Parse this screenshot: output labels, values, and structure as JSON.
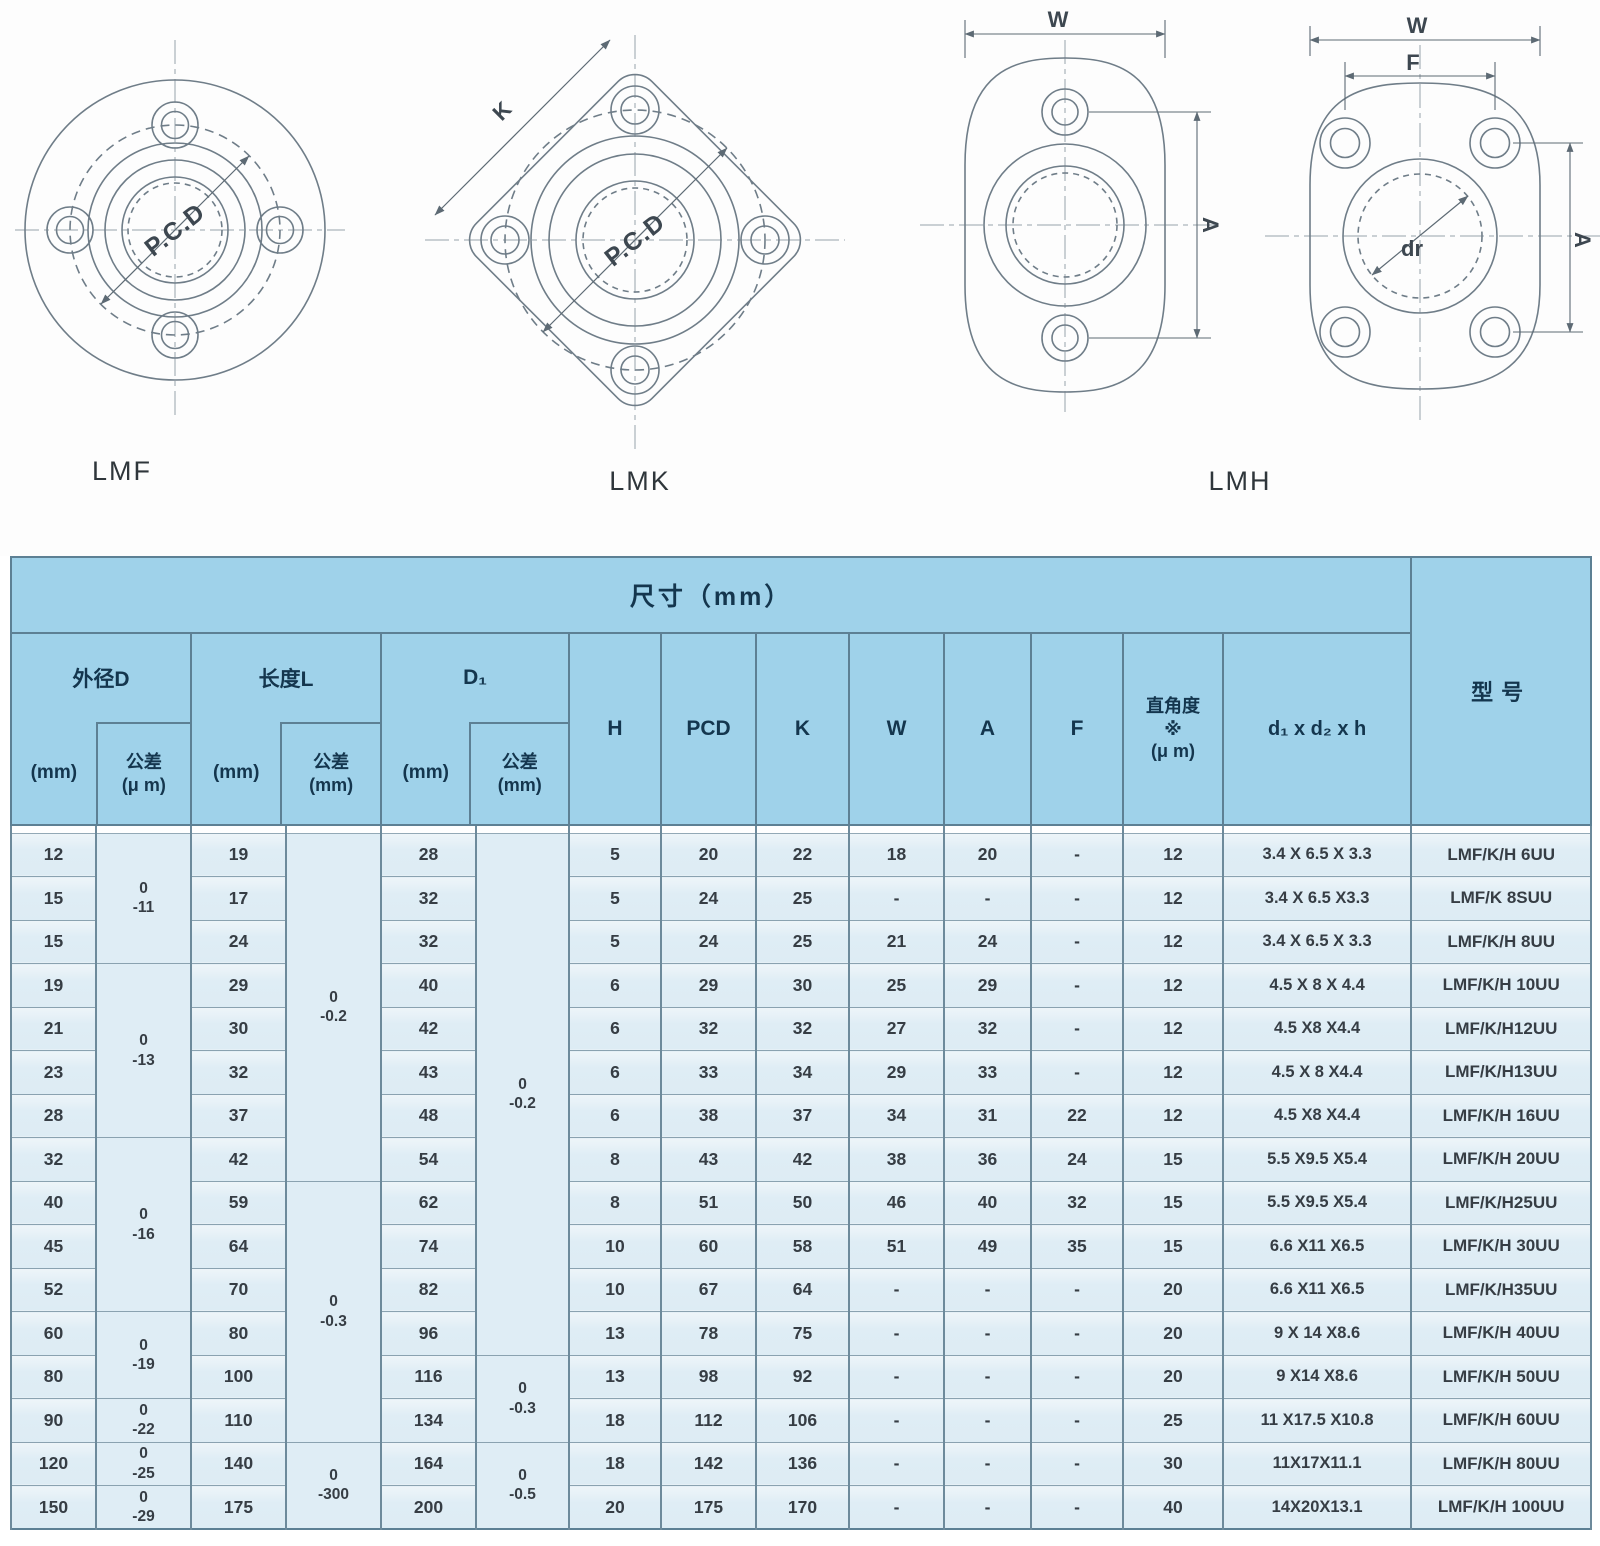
{
  "drawings": {
    "lmf": {
      "label": "LMF",
      "pcd": "P.C.D"
    },
    "lmk": {
      "label": "LMK",
      "pcd": "P.C.D",
      "k": "K"
    },
    "lmh": {
      "label": "LMH",
      "w1": "W",
      "a1": "A",
      "w2": "W",
      "f": "F",
      "dr": "dr",
      "a2": "A"
    }
  },
  "table": {
    "size_title": "尺寸（mm）",
    "model_header": "型号",
    "groups": [
      {
        "title": "外径D",
        "mm": "(mm)",
        "tol_label": "公差",
        "tol_unit": "(μ m)"
      },
      {
        "title": "长度L",
        "mm": "(mm)",
        "tol_label": "公差",
        "tol_unit": "(mm)"
      },
      {
        "title": "D₁",
        "mm": "(mm)",
        "tol_label": "公差",
        "tol_unit": "(mm)"
      }
    ],
    "plain_headers": [
      "H",
      "PCD",
      "K",
      "W",
      "A",
      "F"
    ],
    "sq_header": {
      "line1": "直角度",
      "line2": "※",
      "line3": "(μ m)"
    },
    "screws_header": "d₁ x d₂ x h",
    "d_tol_groups": [
      {
        "rows": 3,
        "line1": "0",
        "line2": "-11"
      },
      {
        "rows": 4,
        "line1": "0",
        "line2": "-13"
      },
      {
        "rows": 4,
        "line1": "0",
        "line2": "-16"
      },
      {
        "rows": 2,
        "line1": "0",
        "line2": "-19"
      },
      {
        "rows": 1,
        "line1": "0",
        "line2": "-22"
      },
      {
        "rows": 1,
        "line1": "0",
        "line2": "-25"
      },
      {
        "rows": 1,
        "line1": "0",
        "line2": "-29"
      }
    ],
    "l_tol_groups": [
      {
        "rows": 8,
        "line1": "0",
        "line2": "-0.2"
      },
      {
        "rows": 6,
        "line1": "0",
        "line2": "-0.3"
      },
      {
        "rows": 2,
        "line1": "0",
        "line2": "-300"
      }
    ],
    "d1_tol_groups": [
      {
        "rows": 12,
        "line1": "0",
        "line2": "-0.2"
      },
      {
        "rows": 2,
        "line1": "0",
        "line2": "-0.3"
      },
      {
        "rows": 2,
        "line1": "0",
        "line2": "-0.5"
      }
    ],
    "rows": [
      {
        "d": "12",
        "l": "19",
        "d1": "28",
        "h": "5",
        "pcd": "20",
        "k": "22",
        "w": "18",
        "a": "20",
        "f": "-",
        "sq": "12",
        "screws": "3.4 X 6.5 X 3.3",
        "model": "LMF/K/H 6UU"
      },
      {
        "d": "15",
        "l": "17",
        "d1": "32",
        "h": "5",
        "pcd": "24",
        "k": "25",
        "w": "-",
        "a": "-",
        "f": "-",
        "sq": "12",
        "screws": "3.4 X 6.5 X3.3",
        "model": "LMF/K 8SUU"
      },
      {
        "d": "15",
        "l": "24",
        "d1": "32",
        "h": "5",
        "pcd": "24",
        "k": "25",
        "w": "21",
        "a": "24",
        "f": "-",
        "sq": "12",
        "screws": "3.4 X 6.5 X 3.3",
        "model": "LMF/K/H 8UU"
      },
      {
        "d": "19",
        "l": "29",
        "d1": "40",
        "h": "6",
        "pcd": "29",
        "k": "30",
        "w": "25",
        "a": "29",
        "f": "-",
        "sq": "12",
        "screws": "4.5 X 8 X 4.4",
        "model": "LMF/K/H 10UU"
      },
      {
        "d": "21",
        "l": "30",
        "d1": "42",
        "h": "6",
        "pcd": "32",
        "k": "32",
        "w": "27",
        "a": "32",
        "f": "-",
        "sq": "12",
        "screws": "4.5 X8 X4.4",
        "model": "LMF/K/H12UU"
      },
      {
        "d": "23",
        "l": "32",
        "d1": "43",
        "h": "6",
        "pcd": "33",
        "k": "34",
        "w": "29",
        "a": "33",
        "f": "-",
        "sq": "12",
        "screws": "4.5 X 8 X4.4",
        "model": "LMF/K/H13UU"
      },
      {
        "d": "28",
        "l": "37",
        "d1": "48",
        "h": "6",
        "pcd": "38",
        "k": "37",
        "w": "34",
        "a": "31",
        "f": "22",
        "sq": "12",
        "screws": "4.5 X8 X4.4",
        "model": "LMF/K/H 16UU"
      },
      {
        "d": "32",
        "l": "42",
        "d1": "54",
        "h": "8",
        "pcd": "43",
        "k": "42",
        "w": "38",
        "a": "36",
        "f": "24",
        "sq": "15",
        "screws": "5.5 X9.5 X5.4",
        "model": "LMF/K/H 20UU"
      },
      {
        "d": "40",
        "l": "59",
        "d1": "62",
        "h": "8",
        "pcd": "51",
        "k": "50",
        "w": "46",
        "a": "40",
        "f": "32",
        "sq": "15",
        "screws": "5.5 X9.5 X5.4",
        "model": "LMF/K/H25UU"
      },
      {
        "d": "45",
        "l": "64",
        "d1": "74",
        "h": "10",
        "pcd": "60",
        "k": "58",
        "w": "51",
        "a": "49",
        "f": "35",
        "sq": "15",
        "screws": "6.6 X11 X6.5",
        "model": "LMF/K/H 30UU"
      },
      {
        "d": "52",
        "l": "70",
        "d1": "82",
        "h": "10",
        "pcd": "67",
        "k": "64",
        "w": "-",
        "a": "-",
        "f": "-",
        "sq": "20",
        "screws": "6.6 X11 X6.5",
        "model": "LMF/K/H35UU"
      },
      {
        "d": "60",
        "l": "80",
        "d1": "96",
        "h": "13",
        "pcd": "78",
        "k": "75",
        "w": "-",
        "a": "-",
        "f": "-",
        "sq": "20",
        "screws": "9 X 14 X8.6",
        "model": "LMF/K/H 40UU"
      },
      {
        "d": "80",
        "l": "100",
        "d1": "116",
        "h": "13",
        "pcd": "98",
        "k": "92",
        "w": "-",
        "a": "-",
        "f": "-",
        "sq": "20",
        "screws": "9 X14 X8.6",
        "model": "LMF/K/H 50UU"
      },
      {
        "d": "90",
        "l": "110",
        "d1": "134",
        "h": "18",
        "pcd": "112",
        "k": "106",
        "w": "-",
        "a": "-",
        "f": "-",
        "sq": "25",
        "screws": "11 X17.5 X10.8",
        "model": "LMF/K/H 60UU"
      },
      {
        "d": "120",
        "l": "140",
        "d1": "164",
        "h": "18",
        "pcd": "142",
        "k": "136",
        "w": "-",
        "a": "-",
        "f": "-",
        "sq": "30",
        "screws": "11X17X11.1",
        "model": "LMF/K/H 80UU"
      },
      {
        "d": "150",
        "l": "175",
        "d1": "200",
        "h": "20",
        "pcd": "175",
        "k": "170",
        "w": "-",
        "a": "-",
        "f": "-",
        "sq": "40",
        "screws": "14X20X13.1",
        "model": "LMF/K/H 100UU"
      }
    ]
  },
  "colors": {
    "header_bg": "#9fd2ea",
    "body_bg": "#dfedf5",
    "grid_dark": "#5d8094",
    "grid_light": "#8aa2b0",
    "line_art": "#6f7d88",
    "header_text": "#14364e",
    "body_text": "#363d44"
  }
}
